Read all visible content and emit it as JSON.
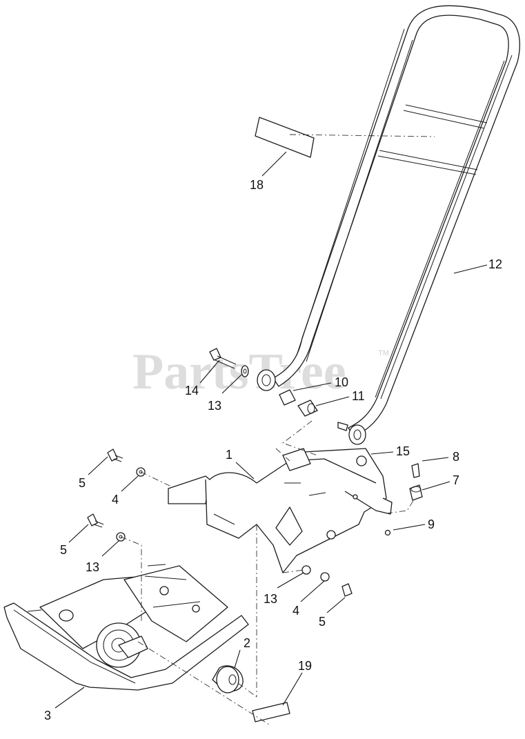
{
  "watermark": {
    "text": "PartsTree",
    "tm": "TM"
  },
  "callouts": {
    "c1": "1",
    "c2": "2",
    "c3": "3",
    "c4a": "4",
    "c4b": "4",
    "c5a": "5",
    "c5b": "5",
    "c5c": "5",
    "c7": "7",
    "c8": "8",
    "c9": "9",
    "c10": "10",
    "c11": "11",
    "c12": "12",
    "c13a": "13",
    "c13b": "13",
    "c13c": "13",
    "c14": "14",
    "c15": "15",
    "c18": "18",
    "c19": "19"
  }
}
